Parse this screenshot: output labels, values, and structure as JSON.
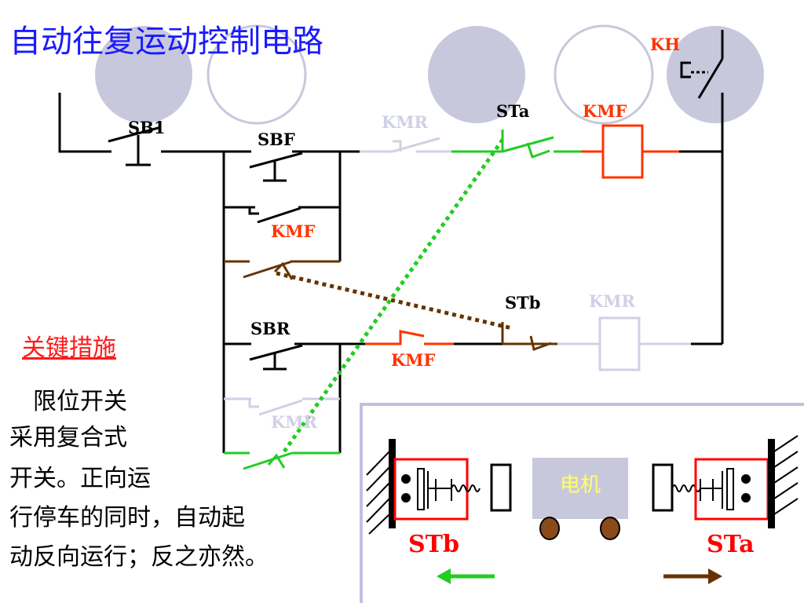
{
  "title": "自动往复运动控制电路",
  "colors": {
    "background_circle": "#c8c8dc",
    "black": "#000000",
    "red": "#ff3300",
    "green": "#22cc22",
    "brown": "#663300",
    "faded": "#d0d0e6",
    "panel_border": "#c0c0e0",
    "title_blue": "#1a1aff"
  },
  "labels": {
    "kh": "KH",
    "sb1": "SB1",
    "sbf": "SBF",
    "kmr_top": "KMR",
    "sta_top": "STa",
    "kmf_coil": "KMF",
    "kmf_hold": "KMF",
    "stb_mid": "STb",
    "kmr_coil": "KMR",
    "sbr": "SBR",
    "kmf_interlock": "KMF",
    "kmr_hold": "KMR"
  },
  "key_measure": {
    "heading": "关键措施",
    "lines": [
      "　限位开关",
      "采用复合式",
      "开关。正向运",
      "行停车的同时，自动起",
      "动反向运行；反之亦然。"
    ]
  },
  "motion_panel": {
    "motor_label": "电机",
    "left_switch": "STb",
    "right_switch": "STa"
  }
}
